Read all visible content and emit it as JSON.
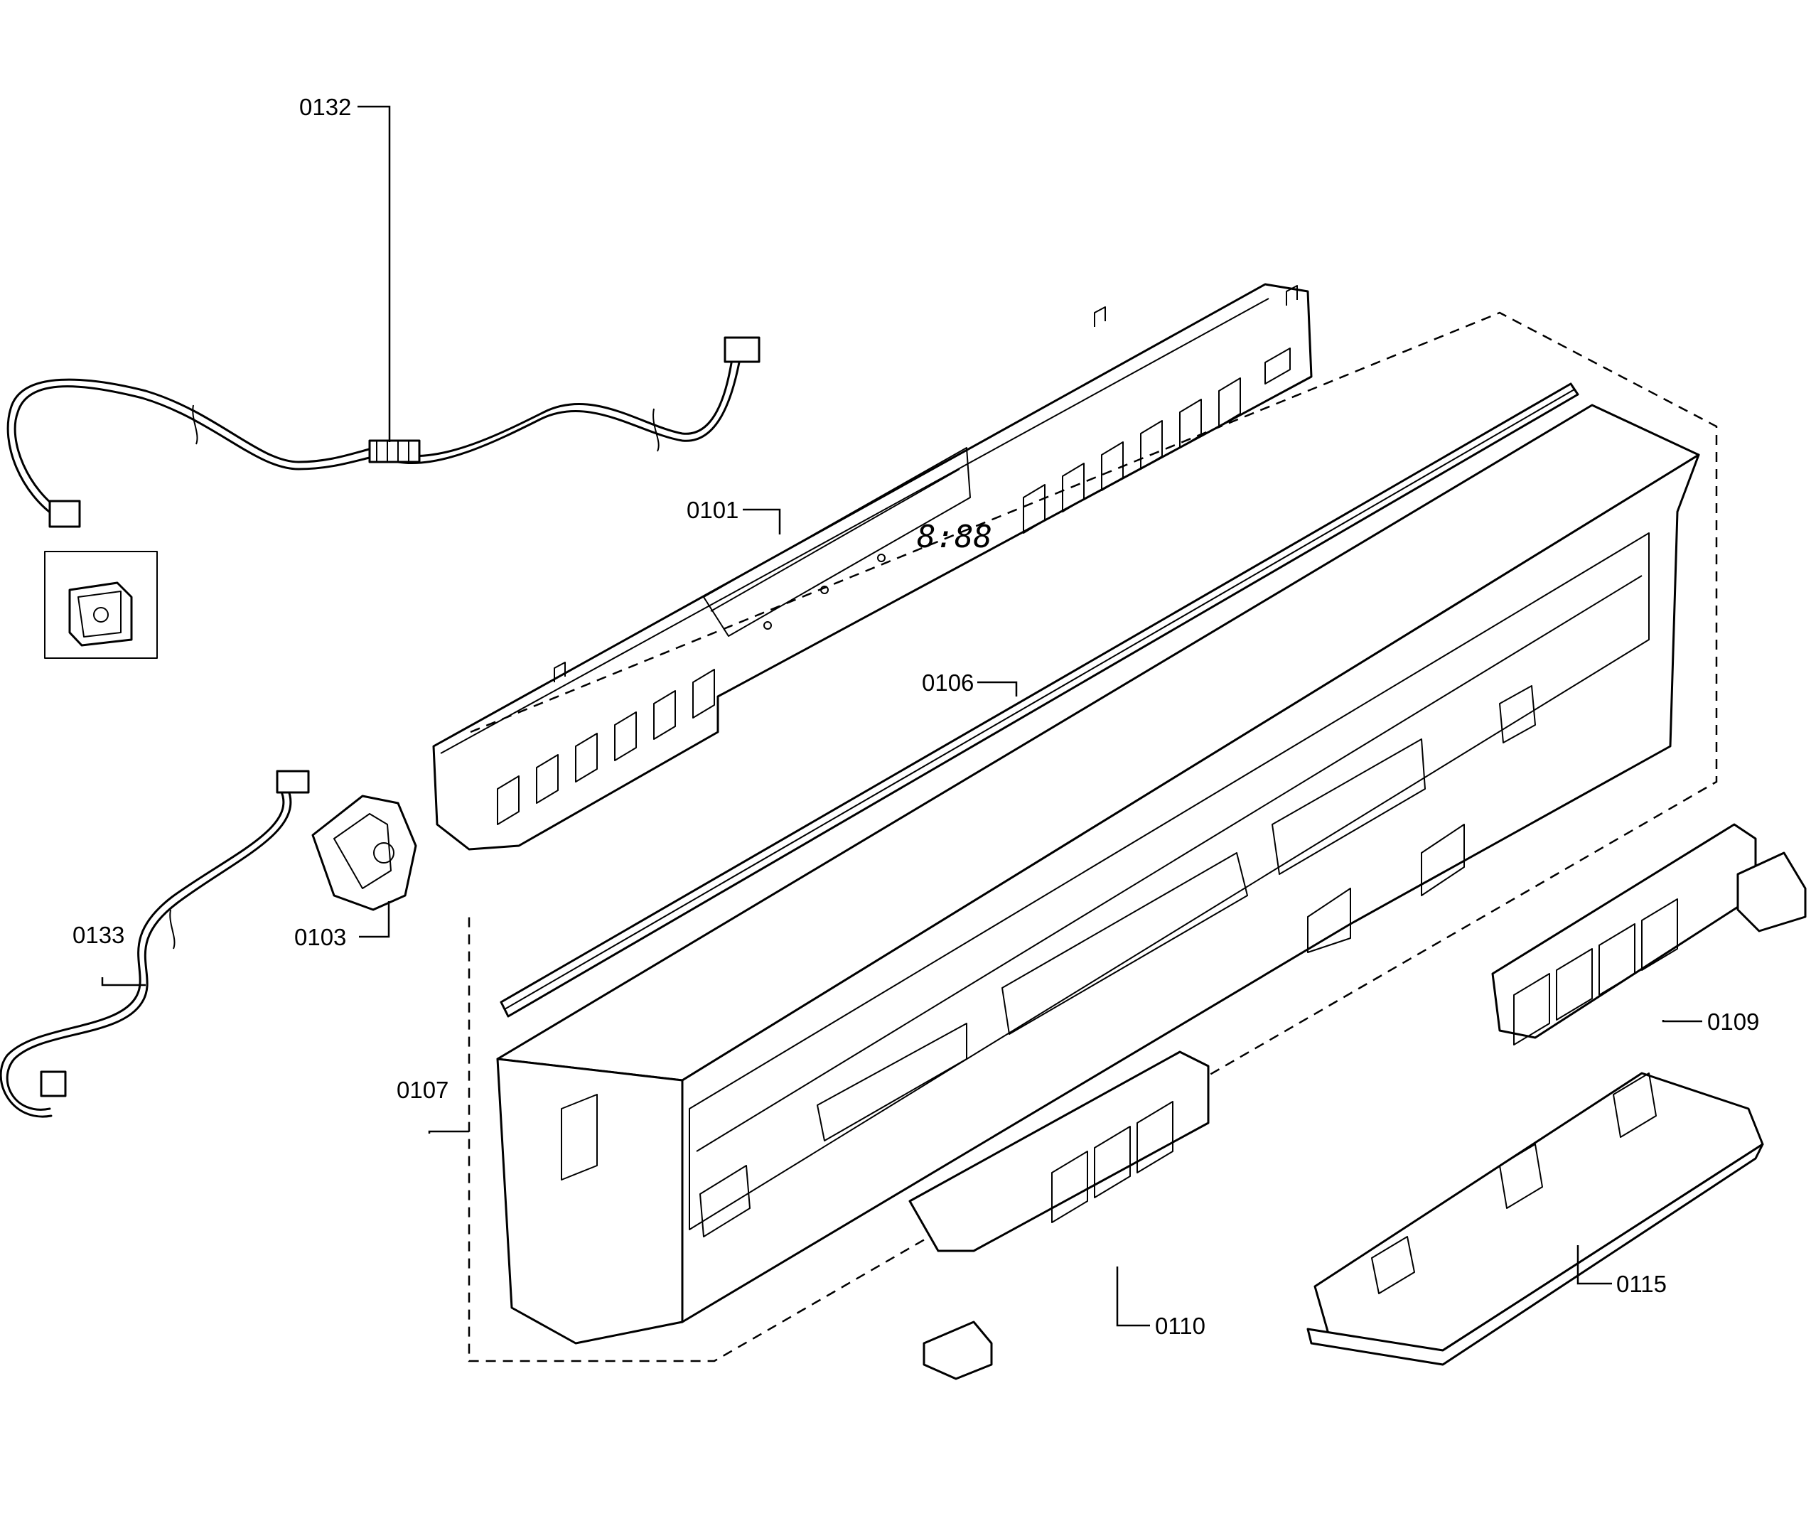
{
  "callouts": {
    "c0101": "0101",
    "c0103": "0103",
    "c0106": "0106",
    "c0107": "0107",
    "c0109": "0109",
    "c0110": "0110",
    "c0115": "0115",
    "c0132": "0132",
    "c0133": "0133"
  },
  "display_readout": "8:88"
}
